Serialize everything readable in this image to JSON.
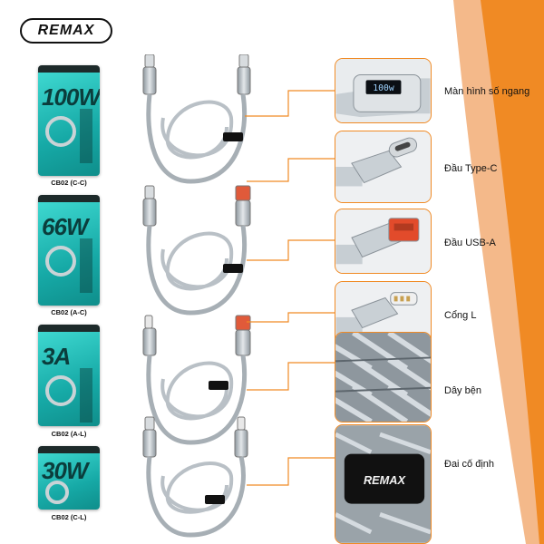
{
  "brand": "REMAX",
  "colors": {
    "accent": "#f08a24",
    "box_teal": "#1fb8b4",
    "cable_silver": "#b9c0c6"
  },
  "products": [
    {
      "code": "CB02 (C-C)",
      "box_watt": "100W"
    },
    {
      "code": "CB02 (A-C)",
      "box_watt": "66W"
    },
    {
      "code": "CB02 (A-L)",
      "box_watt": "3A"
    },
    {
      "code": "CB02 (C-L)",
      "box_watt": "30W"
    }
  ],
  "features": [
    {
      "label": "Màn hình số ngang",
      "icon": "digital-display-icon",
      "display_text": "100w"
    },
    {
      "label": "Đầu Type-C",
      "icon": "usb-c-connector-icon"
    },
    {
      "label": "Đầu USB-A",
      "icon": "usb-a-connector-icon"
    },
    {
      "label": "Cổng L",
      "icon": "lightning-connector-icon"
    },
    {
      "label": "Dây bện",
      "icon": "braided-cable-icon"
    },
    {
      "label": "Đai cố định",
      "icon": "cable-strap-icon",
      "strap_text": "REMAX"
    }
  ]
}
